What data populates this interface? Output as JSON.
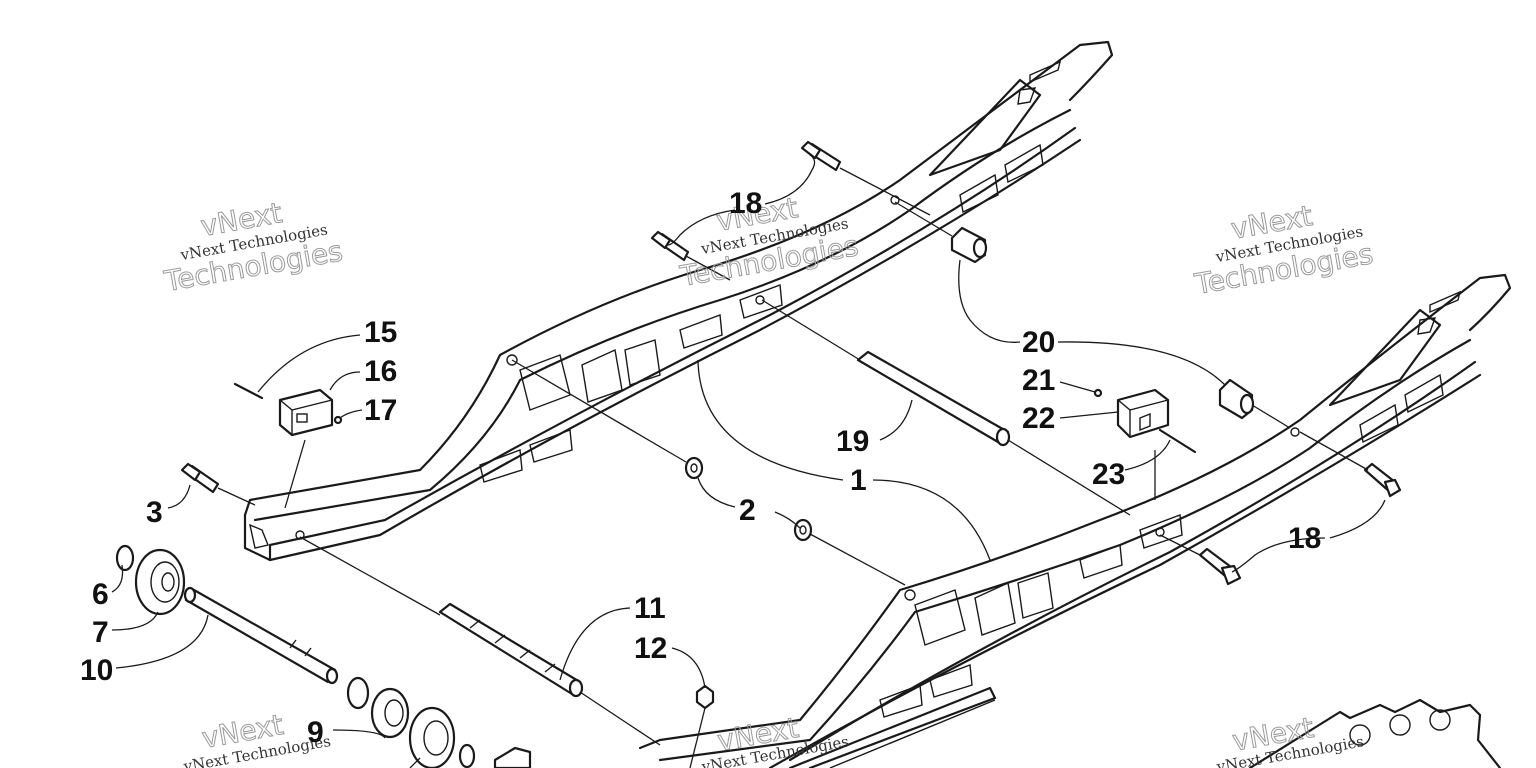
{
  "watermark": {
    "line1": "vNext",
    "line2": "vNext Technologies",
    "line3": "Technologies"
  },
  "callouts": {
    "c1": "1",
    "c2": "2",
    "c3": "3",
    "c6": "6",
    "c7": "7",
    "c9": "9",
    "c10": "10",
    "c11": "11",
    "c12": "12",
    "c15": "15",
    "c16": "16",
    "c17": "17",
    "c18a": "18",
    "c18b": "18",
    "c19": "19",
    "c20": "20",
    "c21": "21",
    "c22": "22",
    "c23": "23"
  },
  "colors": {
    "line": "#1a1a1a",
    "background": "#ffffff",
    "watermark": "#9a9a9a"
  }
}
